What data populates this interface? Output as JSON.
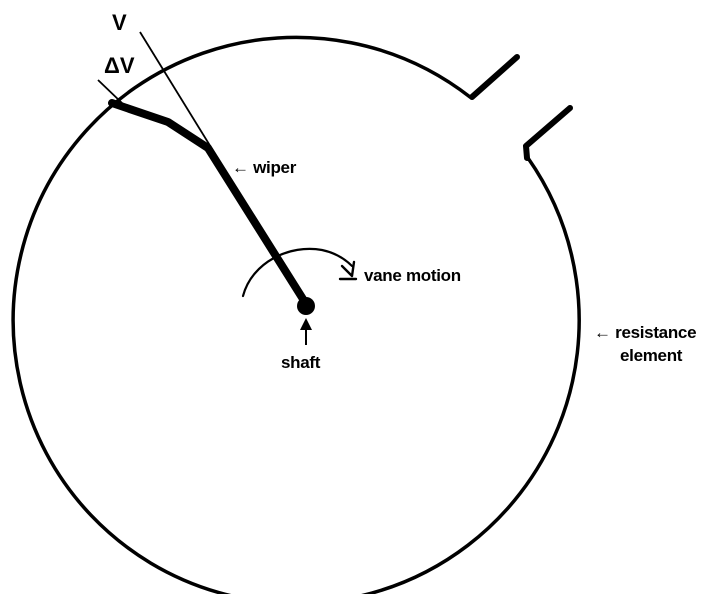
{
  "diagram": {
    "labels": {
      "v": "V",
      "delta_v": "ΔV",
      "wiper": "← wiper",
      "vane_motion": "vane motion",
      "shaft": "shaft",
      "resistance_line1": "← resistance",
      "resistance_line2": "element"
    },
    "colors": {
      "stroke": "#000000",
      "background": "#ffffff"
    }
  }
}
